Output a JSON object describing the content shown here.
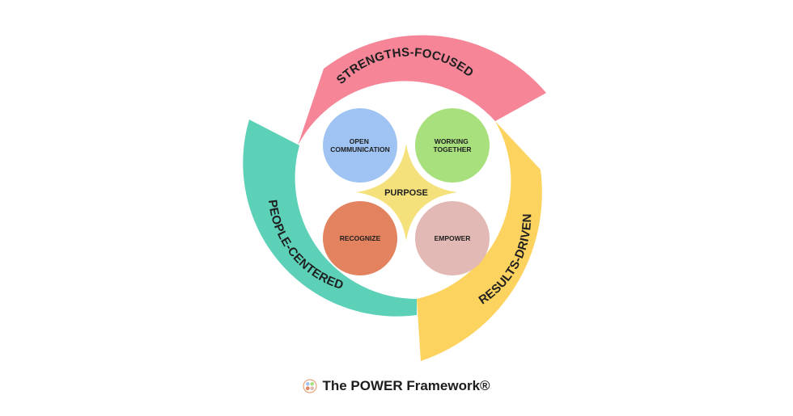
{
  "framework": {
    "arcs": [
      {
        "id": "strengths-focused",
        "label": "STRENGTHS-FOCUSED",
        "color": "#f58597"
      },
      {
        "id": "results-driven",
        "label": "RESULTS-DRIVEN",
        "color": "#fdd360"
      },
      {
        "id": "people-centered",
        "label": "PEOPLE-CENTERED",
        "color": "#5cd1b7"
      }
    ],
    "center": {
      "label": "PURPOSE",
      "color": "#f5e17c"
    },
    "pillars": [
      {
        "id": "open-communication",
        "lines": [
          "OPEN",
          "COMMUNICATION"
        ],
        "color": "#9fc3f3"
      },
      {
        "id": "working-together",
        "lines": [
          "WORKING",
          "TOGETHER"
        ],
        "color": "#a9e07e"
      },
      {
        "id": "recognize",
        "lines": [
          "RECOGNIZE"
        ],
        "color": "#e2825e"
      },
      {
        "id": "empower",
        "lines": [
          "EMPOWER"
        ],
        "color": "#e2b9b4"
      }
    ]
  },
  "footer": {
    "title": "The POWER Framework®",
    "logo_icon": "power-framework-logo-icon"
  }
}
